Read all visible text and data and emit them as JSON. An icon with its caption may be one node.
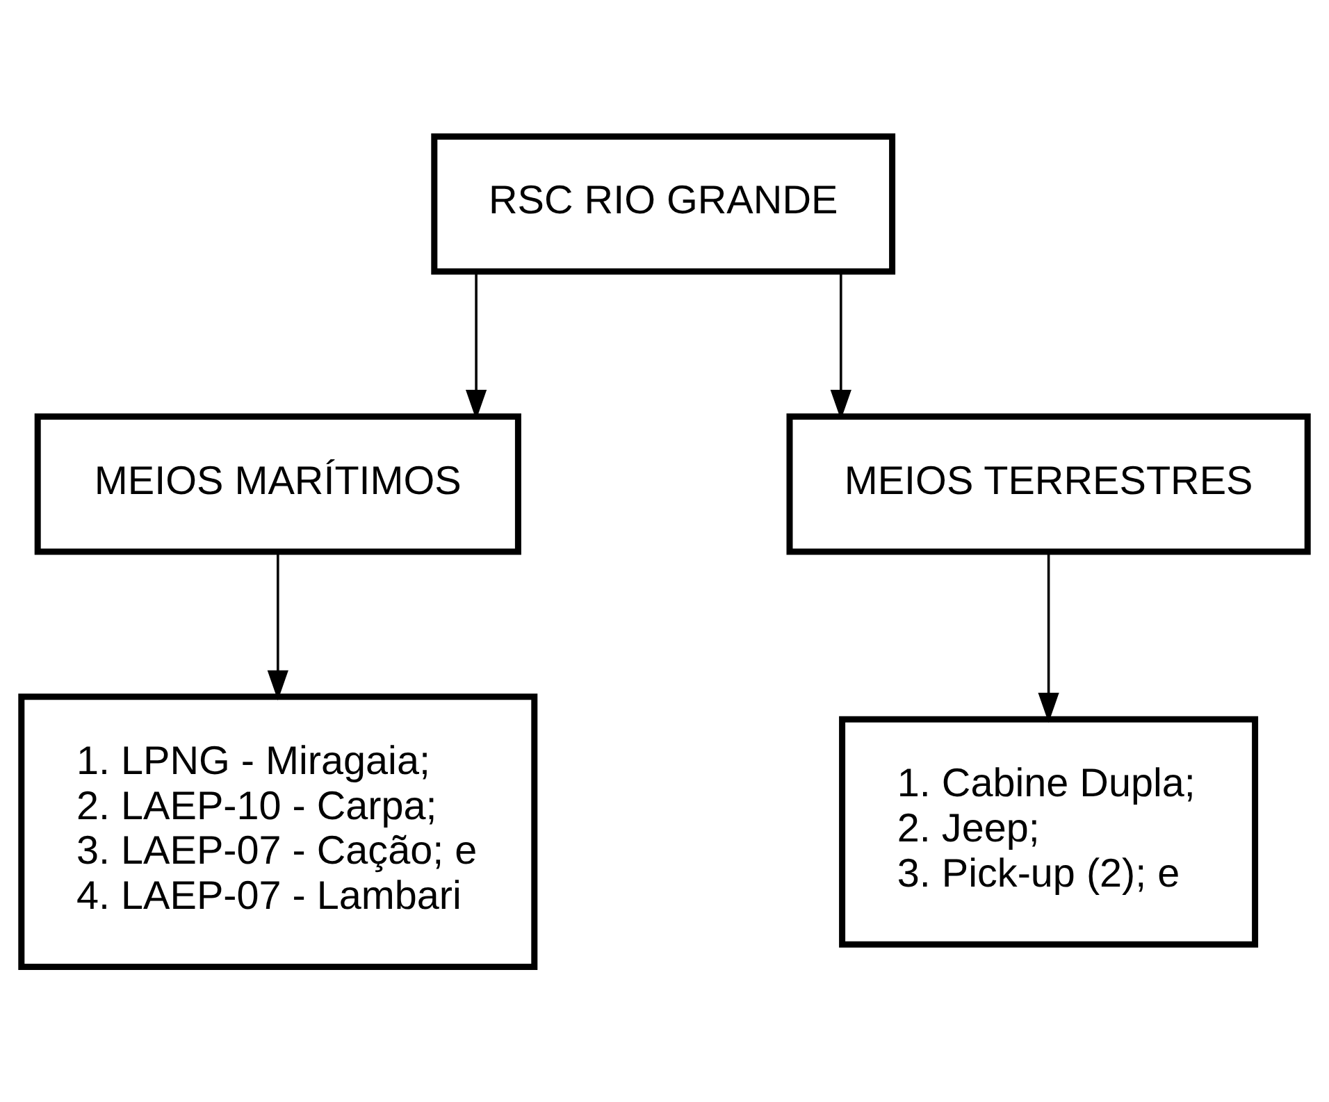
{
  "diagram": {
    "nodes": [
      {
        "text": [
          "RSC RIO GRANDE"
        ]
      },
      {
        "text": [
          "MEIOS MARÍTIMOS"
        ]
      },
      {
        "text": [
          "MEIOS TERRESTRES"
        ]
      },
      {
        "text": [
          "1. LPNG - Miragaia;",
          "2. LAEP-10 - Carpa;",
          "3. LAEP-07 - Cação; e",
          "4. LAEP-07 - Lambari"
        ]
      },
      {
        "text": [
          "1. Cabine Dupla;",
          "2. Jeep;",
          "3. Pick-up (2); e"
        ]
      }
    ],
    "edges": [
      {
        "from": 0,
        "to": 1,
        "arrow": "to"
      },
      {
        "from": 0,
        "to": 2,
        "arrow": "to"
      },
      {
        "from": 1,
        "to": 3,
        "arrow": "to"
      },
      {
        "from": 2,
        "to": 4,
        "arrow": "to"
      }
    ]
  }
}
